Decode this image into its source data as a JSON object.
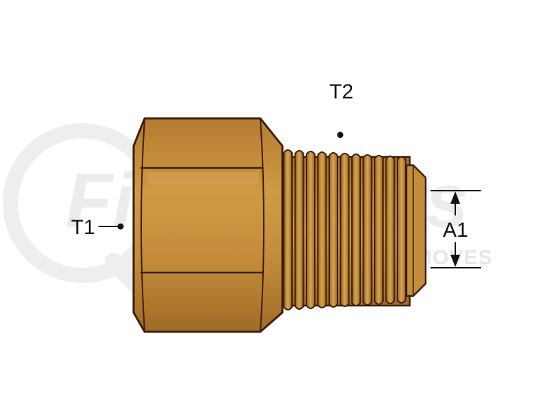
{
  "watermark": {
    "brand": "FindItParts",
    "tagline": "FOR EVERYTHING THAT MOVES"
  },
  "labels": {
    "t1": "T1",
    "t2": "T2",
    "a1": "A1"
  },
  "colors": {
    "brass": "#c08a3a",
    "brass_light": "#d6a24c",
    "brass_dark": "#8a5a1c",
    "outline": "#3a1f08",
    "watermark": "#ececec"
  }
}
